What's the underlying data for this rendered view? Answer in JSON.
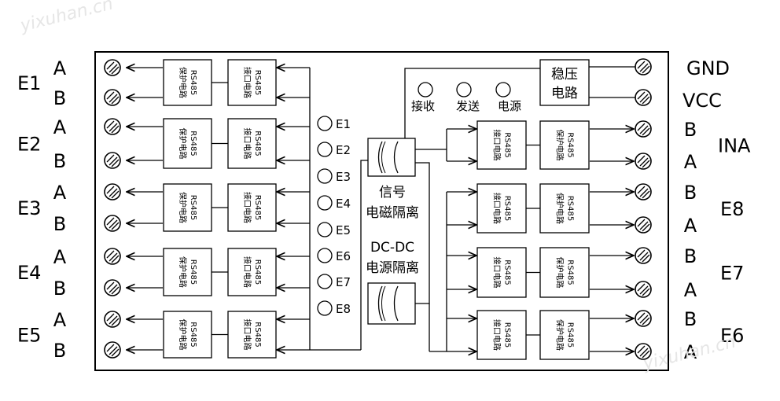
{
  "left_ports": [
    {
      "id": "E1",
      "pins": [
        "A",
        "B"
      ]
    },
    {
      "id": "E2",
      "pins": [
        "A",
        "B"
      ]
    },
    {
      "id": "E3",
      "pins": [
        "A",
        "B"
      ]
    },
    {
      "id": "E4",
      "pins": [
        "A",
        "B"
      ]
    },
    {
      "id": "E5",
      "pins": [
        "A",
        "B"
      ]
    }
  ],
  "right_ports": [
    {
      "id": "INA",
      "pins": [
        "B",
        "A"
      ]
    },
    {
      "id": "E8",
      "pins": [
        "B",
        "A"
      ]
    },
    {
      "id": "E7",
      "pins": [
        "B",
        "A"
      ]
    },
    {
      "id": "E6",
      "pins": [
        "B",
        "A"
      ]
    }
  ],
  "power_terminals": [
    "GND",
    "VCC"
  ],
  "channel_leds": [
    "E1",
    "E2",
    "E3",
    "E4",
    "E5",
    "E6",
    "E7",
    "E8"
  ],
  "status_leds": [
    "接收",
    "发送",
    "电源"
  ],
  "blocks": {
    "protect_rs485": "RS485",
    "protect_text": "保护电路",
    "iface_rs485": "RS485",
    "iface_text": "接口电路",
    "regulator": [
      "稳压",
      "电路"
    ],
    "signal_isolation": [
      "信号",
      "电磁隔离"
    ],
    "power_isolation": [
      "DC-DC",
      "电源隔离"
    ]
  },
  "watermark": "yixuhan.cn"
}
